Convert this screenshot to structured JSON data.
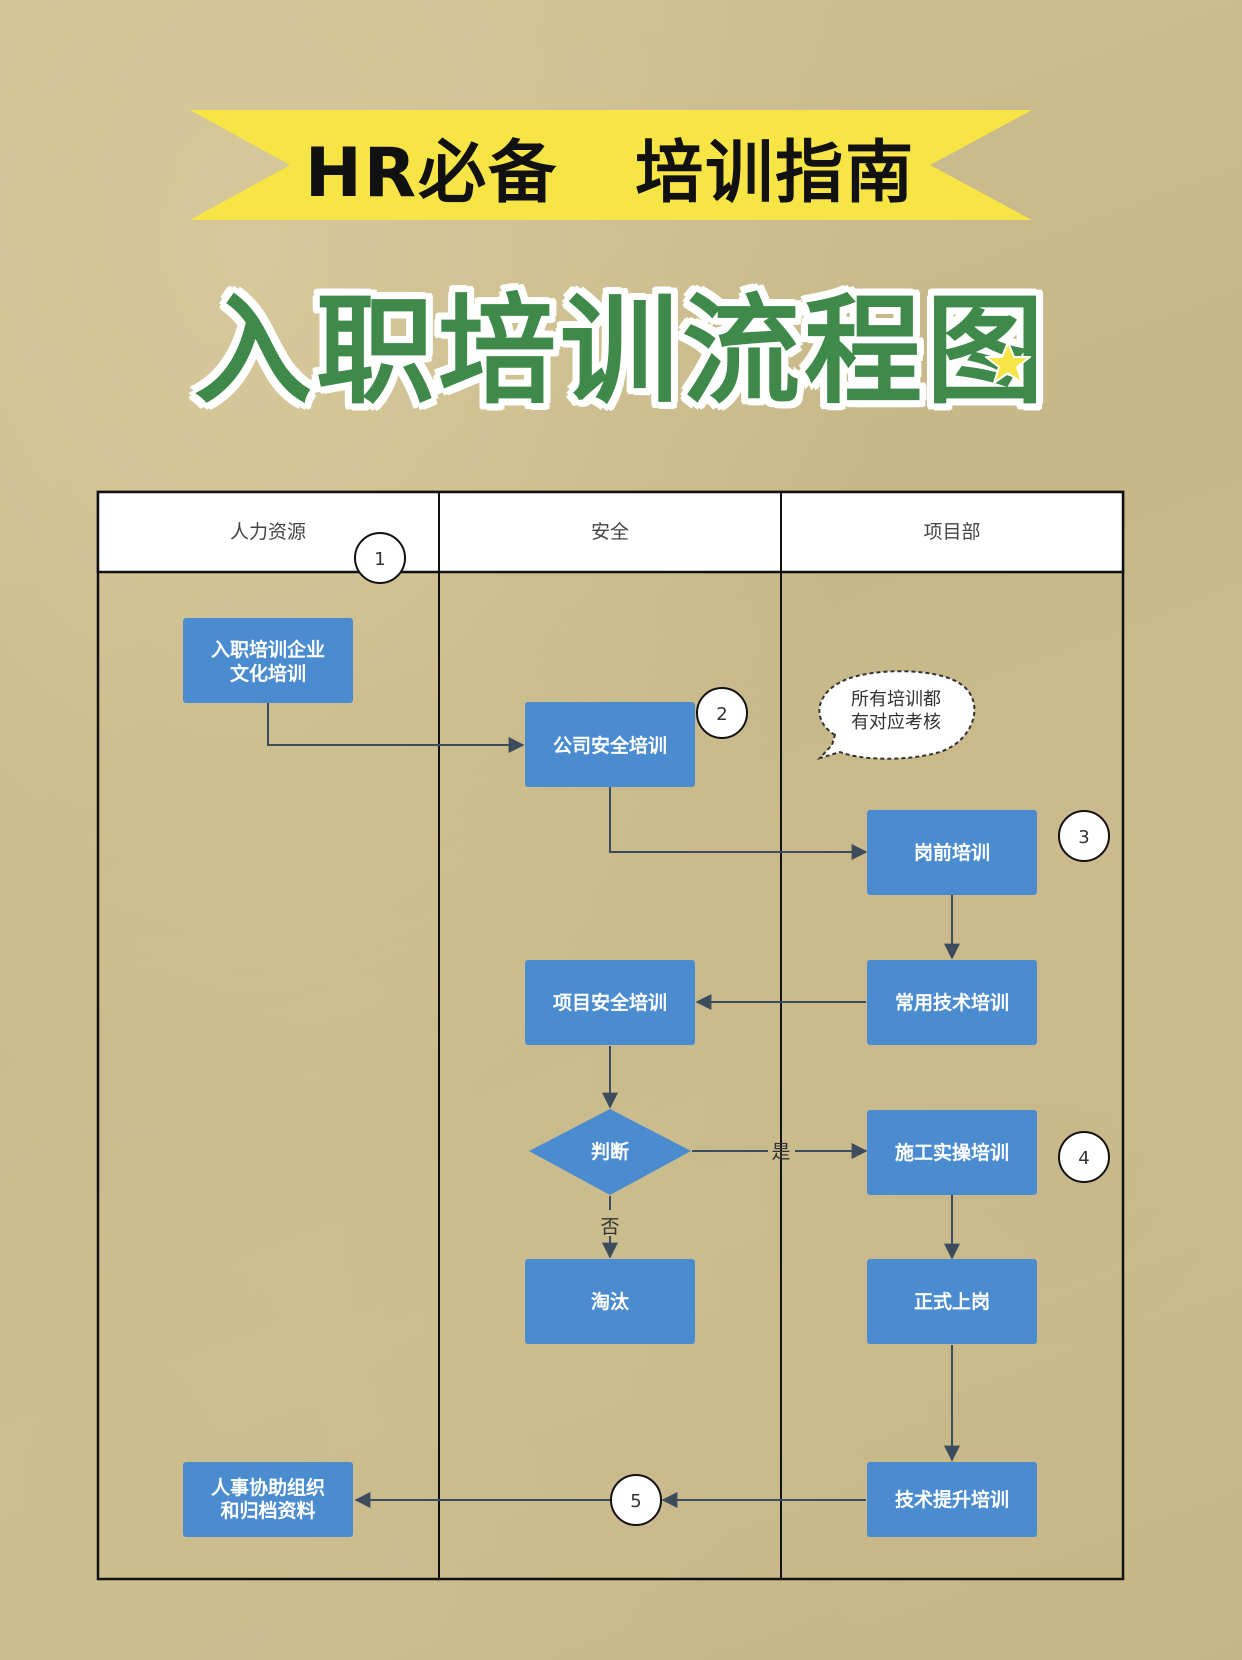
{
  "banner": {
    "text": "HR必备   培训指南"
  },
  "title": "入职培训流程图",
  "colors": {
    "banner": "#f7e445",
    "title_green": "#3f8a4a",
    "box_blue": "#4a8ccf",
    "line": "#3d4c5c"
  },
  "lanes": [
    {
      "label": "人力资源"
    },
    {
      "label": "安全"
    },
    {
      "label": "项目部"
    }
  ],
  "nodes": {
    "onboard": [
      "入职培训企业",
      "文化培训"
    ],
    "company_safety": [
      "公司安全培训"
    ],
    "pre_post": [
      "岗前培训"
    ],
    "common_tech": [
      "常用技术培训"
    ],
    "project_safety": [
      "项目安全培训"
    ],
    "judge": [
      "判断"
    ],
    "construction": [
      "施工实操培训"
    ],
    "eliminate": [
      "淘汰"
    ],
    "formal": [
      "正式上岗"
    ],
    "tech_up": [
      "技术提升培训"
    ],
    "hr_archive": [
      "人事协助组织",
      "和归档资料"
    ]
  },
  "note": [
    "所有培训都",
    "有对应考核"
  ],
  "edge_labels": {
    "yes": "是",
    "no": "否"
  },
  "step_markers": [
    "1",
    "2",
    "3",
    "4",
    "5"
  ]
}
